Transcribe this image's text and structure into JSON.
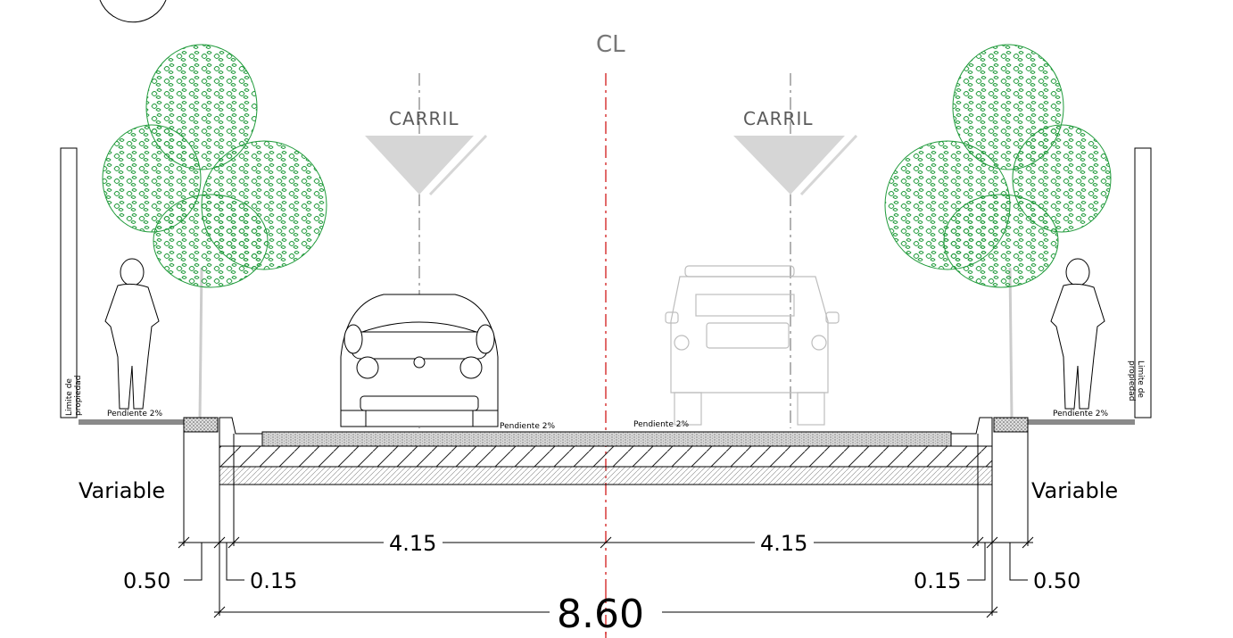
{
  "centerline_label": "CL",
  "lanes": [
    {
      "label": "CARRIL"
    },
    {
      "label": "CARRIL"
    }
  ],
  "property_limit": {
    "left": {
      "line1": "Limite de",
      "line2": "propiedad"
    },
    "right": {
      "line1": "Limite de",
      "line2": "propiedad"
    }
  },
  "slopes": {
    "left_sidewalk": "Pendiente 2%",
    "left_lane": "Pendiente 2%",
    "right_lane": "Pendiente 2%",
    "right_sidewalk": "Pendiente 2%"
  },
  "variable": {
    "left": "Variable",
    "right": "Variable"
  },
  "dimensions": {
    "left_lane": "4.15",
    "right_lane": "4.15",
    "left_curb": "0.15",
    "right_curb": "0.15",
    "left_sidewalk": "0.50",
    "right_sidewalk": "0.50",
    "total": "8.60"
  },
  "colors": {
    "tree_green": "#1f9a3a",
    "centerline_red": "#d11a1a",
    "carril_gray": "#d6d6d6",
    "axis_gray": "#666666",
    "car_gray": "#bdbdbd"
  }
}
